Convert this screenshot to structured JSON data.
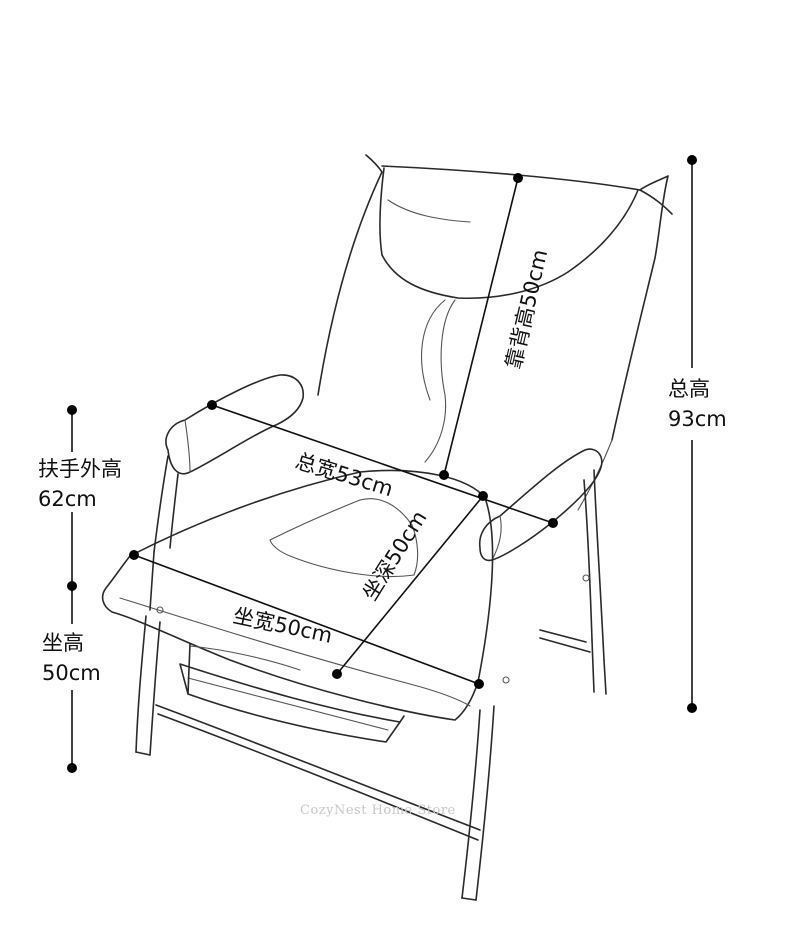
{
  "labels": {
    "backrest_height": "靠背高50cm",
    "total_width": "总宽53cm",
    "seat_depth": "坐深50cm",
    "seat_width": "坐宽50cm",
    "armrest_height_title": "扶手外高",
    "armrest_height_value": "62cm",
    "seat_height_title": "坐高",
    "seat_height_value": "50cm",
    "total_height_title": "总高",
    "total_height_value": "93cm"
  },
  "watermark": "CozyNest Home Store",
  "colors": {
    "line": "#2a2a2a",
    "dimension": "#111111",
    "watermark": "#c8c8c8"
  }
}
